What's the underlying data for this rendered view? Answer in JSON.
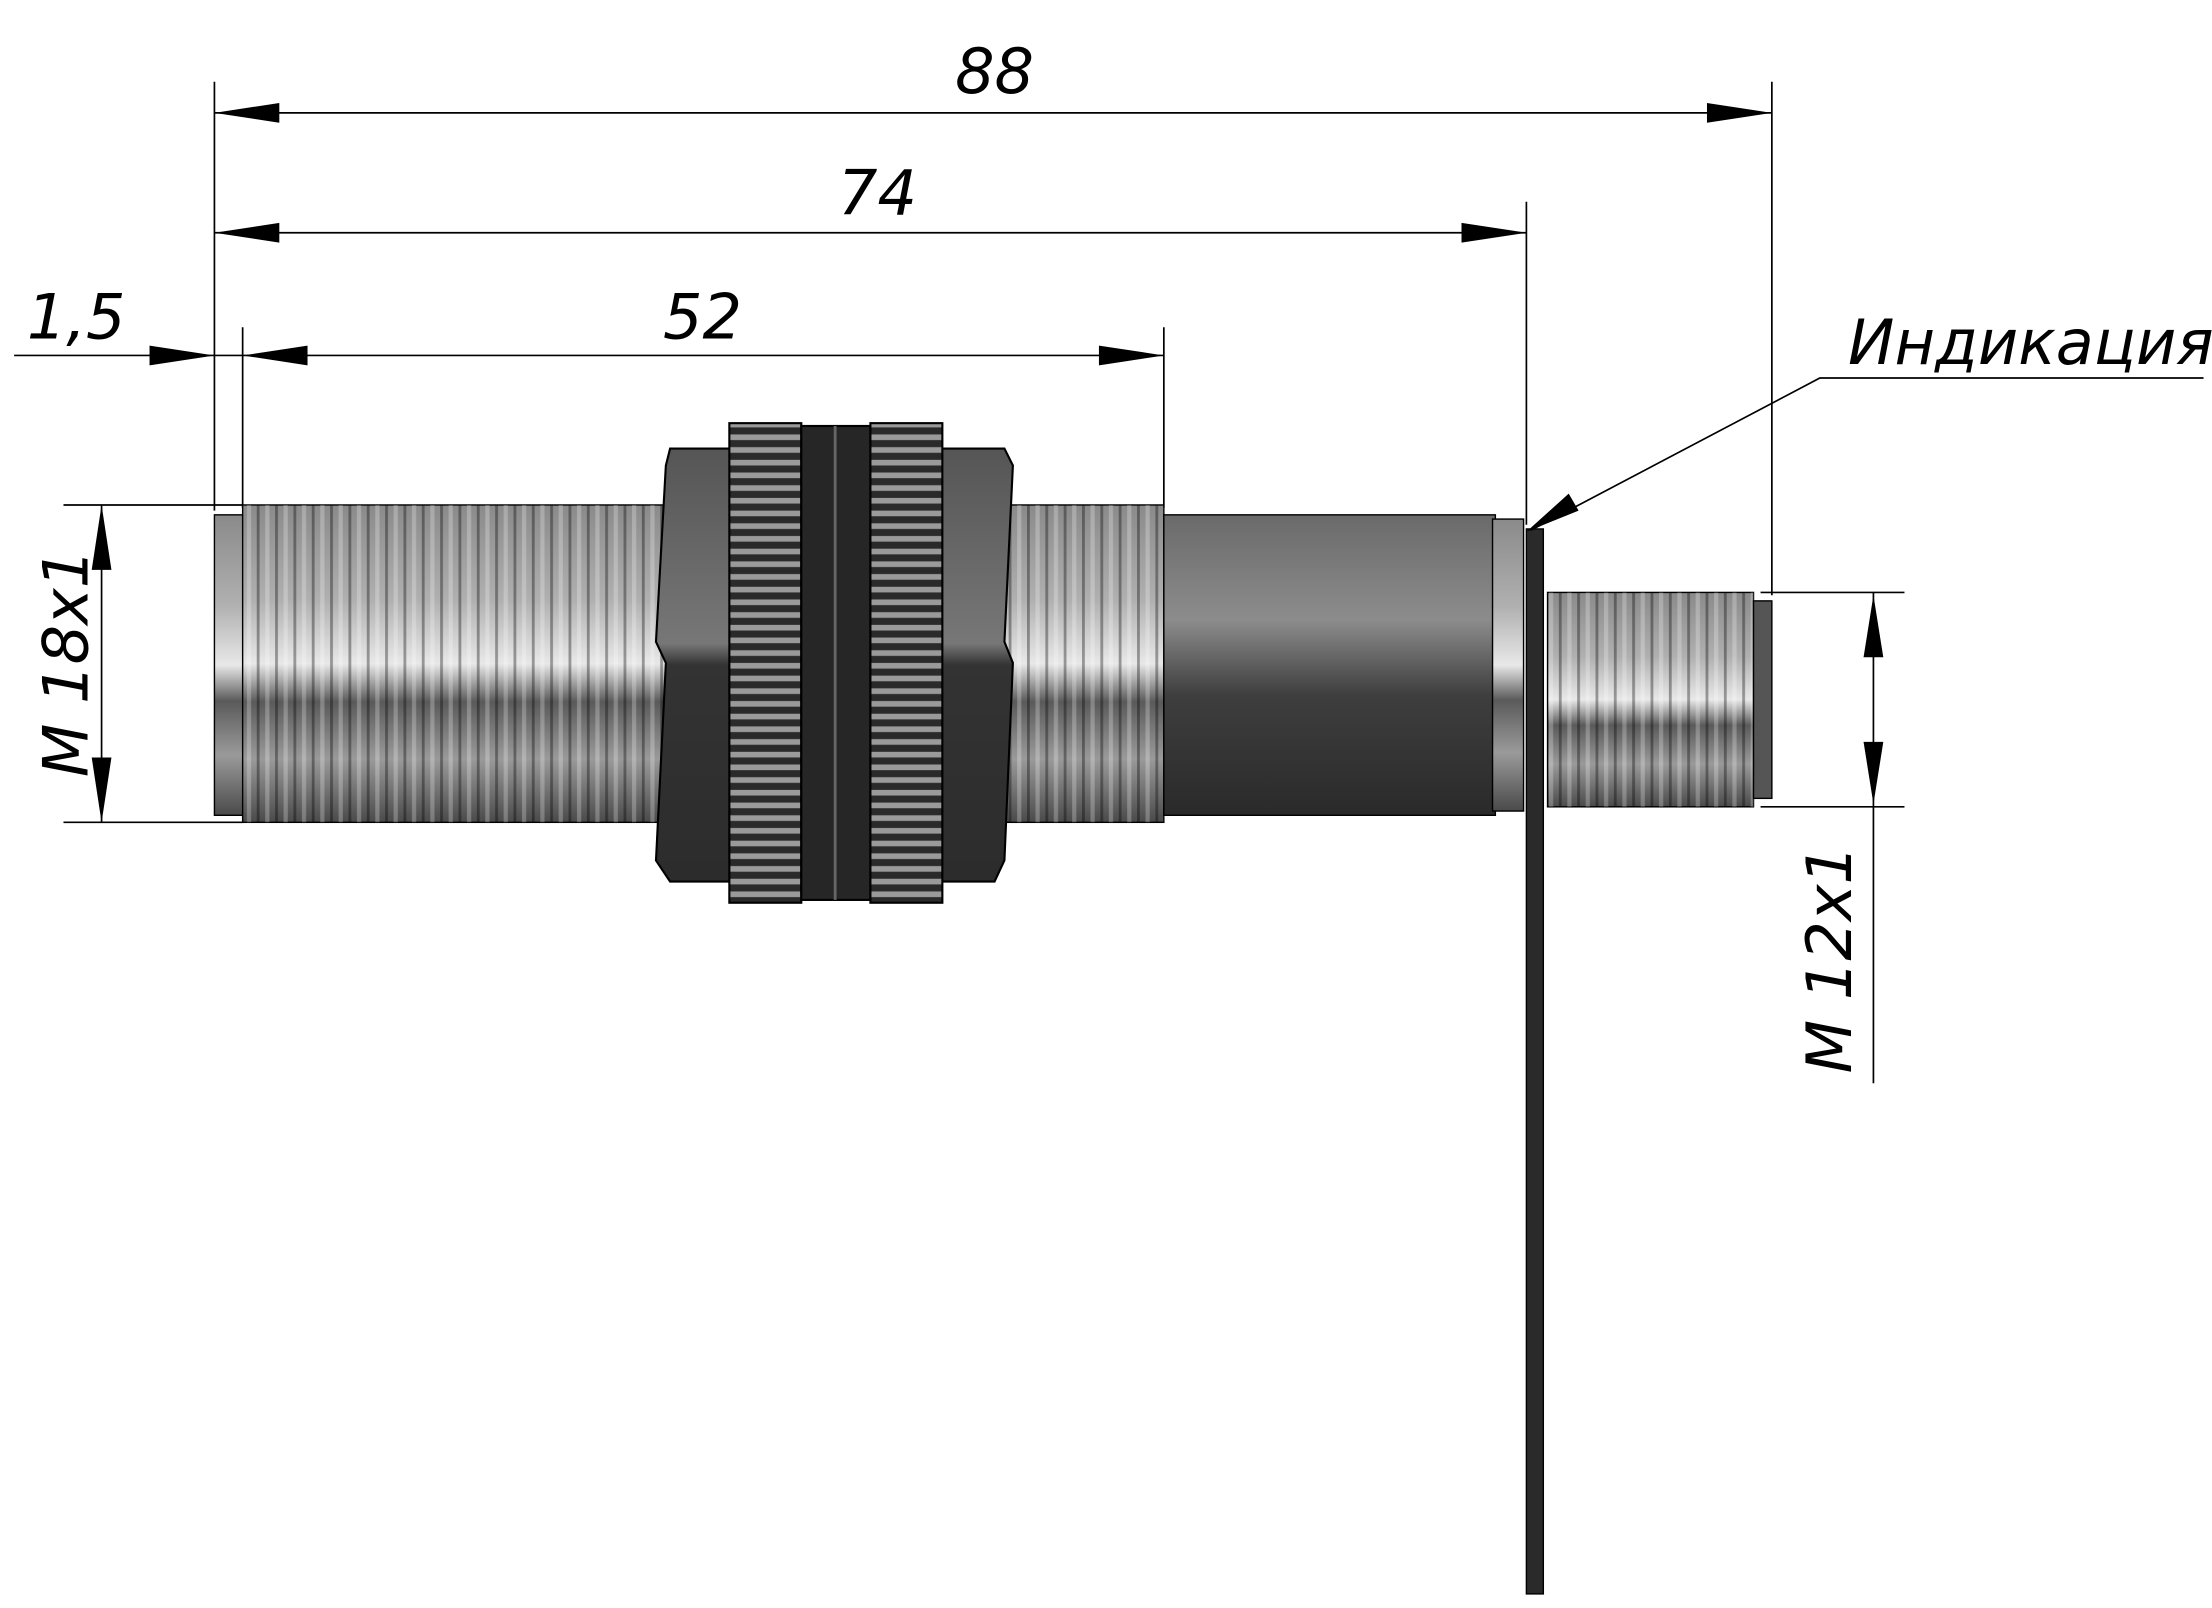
{
  "drawing": {
    "dimensions": {
      "overall_length": "88",
      "length_to_indicator": "74",
      "thread_length": "52",
      "front_offset": "1,5",
      "front_thread": "M 18x1",
      "rear_thread": "M 12x1"
    },
    "callout": {
      "indicator_label": "Индикация"
    },
    "colors": {
      "line": "#000000",
      "body_dark": "#3a3a3a",
      "thread_light": "#c8c8c8"
    }
  }
}
